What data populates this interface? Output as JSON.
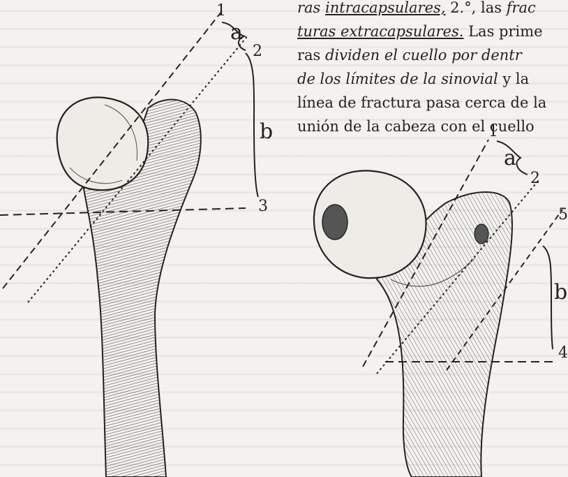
{
  "text": {
    "line1_italic_a": "ras",
    "line1_italic_b": "intracapsulares,",
    "line1_rest": " 2.°, las ",
    "line1_italic_c": "frac",
    "line2_italic": "turas extracapsulares.",
    "line2_rest": " Las prime",
    "line3_start": "ras ",
    "line3_italic": "dividen el cuello por dentr",
    "line4_italic": "de los límites de la sinovial",
    "line4_rest": " y la",
    "line5": "línea de fractura pasa cerca de la",
    "line6": "unión de la cabeza con el cuello"
  },
  "figure_left": {
    "labels": {
      "a": "a",
      "b": "b",
      "n1": "1",
      "n2": "2",
      "n3": "3"
    }
  },
  "figure_right": {
    "labels": {
      "a": "a",
      "b": "b",
      "n1": "1",
      "n2": "2",
      "n4": "4",
      "n5": "5"
    }
  },
  "colors": {
    "ink": "#222222",
    "paper": "#f4f2ee",
    "shade": "#555555"
  }
}
